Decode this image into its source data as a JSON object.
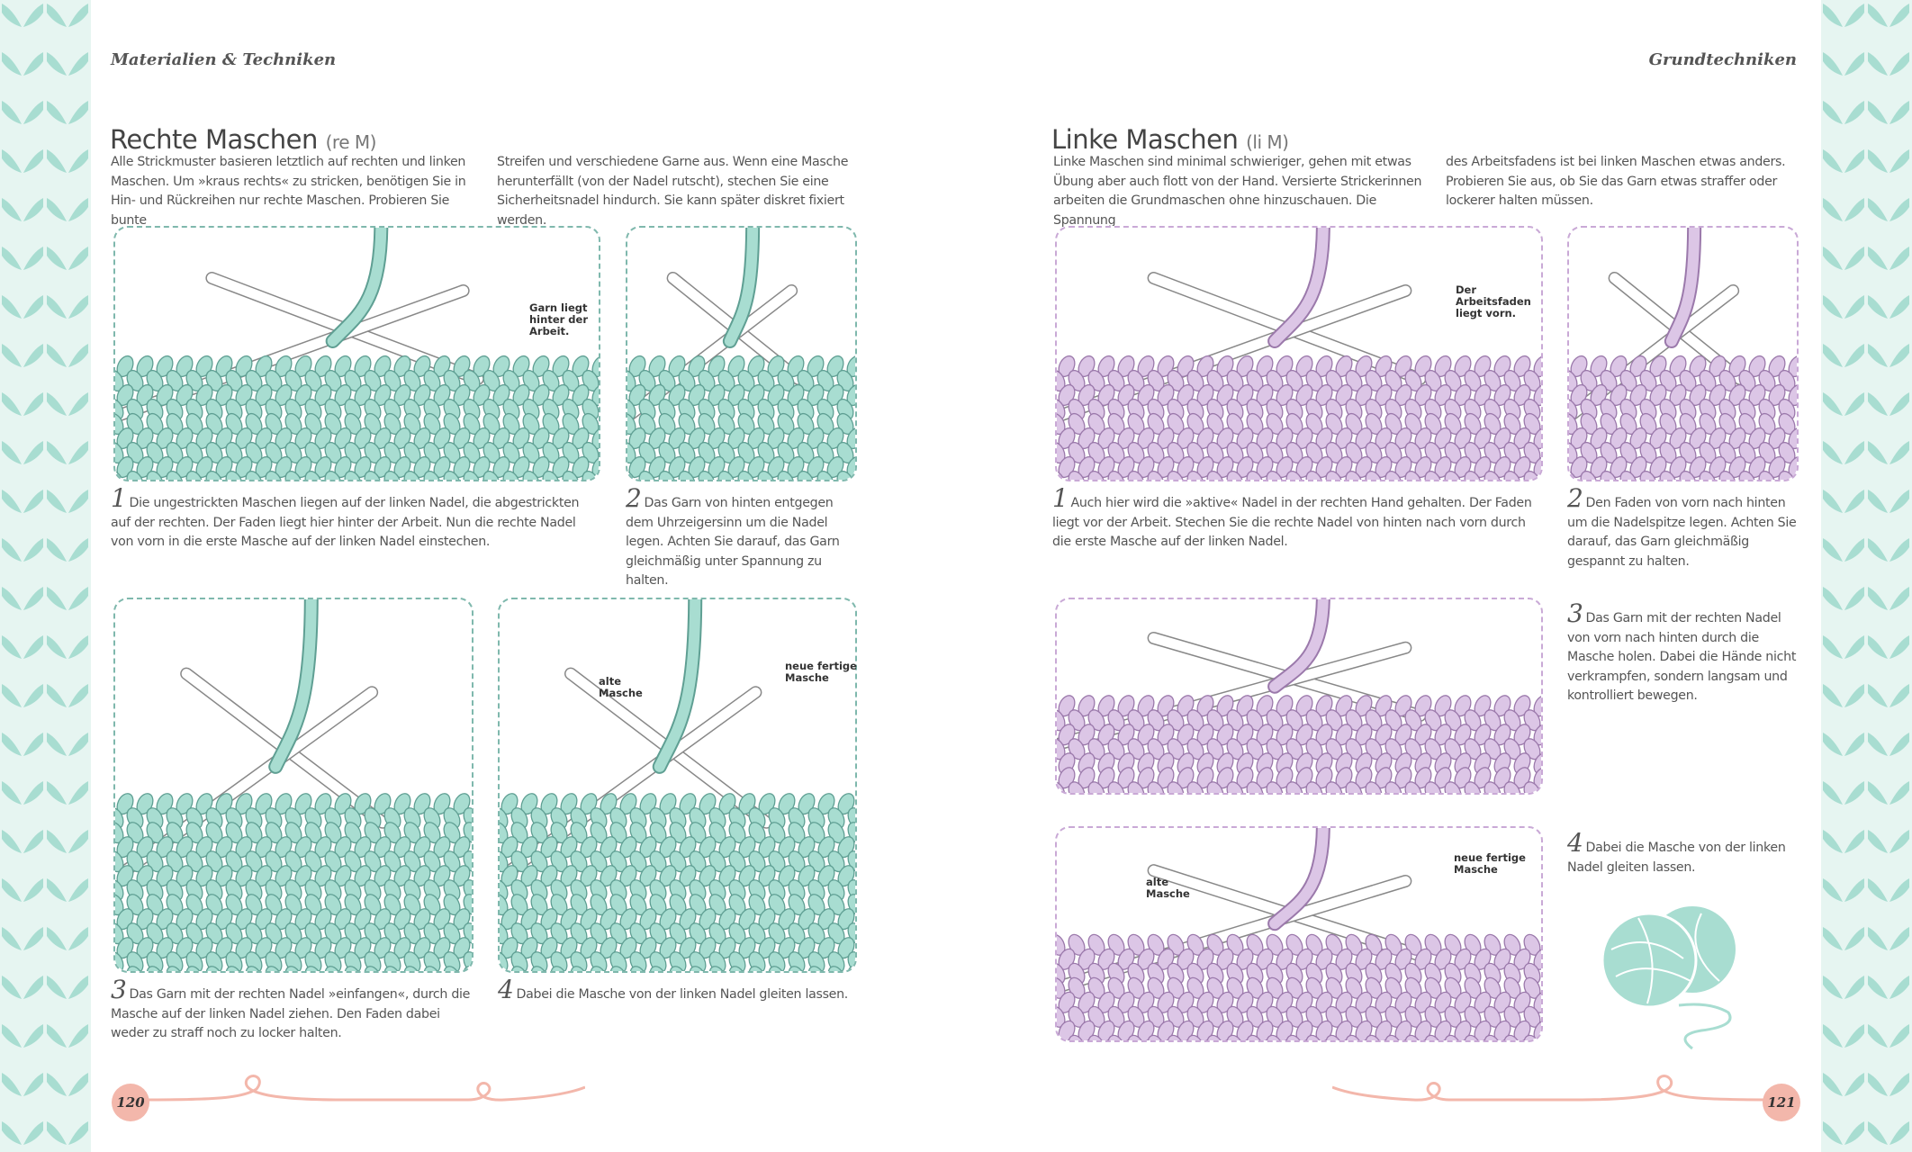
{
  "left_page": {
    "running_head": "Materialien & Techniken",
    "title": "Rechte Maschen",
    "title_abbr": "(re M)",
    "intro_col1": "Alle Strickmuster basieren letztlich auf rechten und linken Maschen. Um »kraus rechts« zu stricken, benötigen Sie in Hin- und Rückreihen nur rechte Maschen. Probieren Sie bunte",
    "intro_col2": "Streifen und verschiedene Garne aus. Wenn eine Masche herunterfällt (von der Nadel rutscht), stechen Sie eine Sicherheitsnadel hindurch. Sie kann später diskret fixiert werden.",
    "steps": [
      {
        "num": "1",
        "text": "Die ungestrickten Maschen liegen auf der linken Nadel, die abgestrickten auf der rechten. Der Faden liegt hier hinter der Arbeit. Nun die rechte Nadel von vorn in die erste Masche auf der linken Nadel einstechen."
      },
      {
        "num": "2",
        "text": "Das Garn von hinten entgegen dem Uhrzeigersinn um die Nadel legen. Achten Sie darauf, das Garn gleichmäßig unter Spannung zu halten."
      },
      {
        "num": "3",
        "text": "Das Garn mit der rechten Nadel »einfangen«, durch die Masche auf der linken Nadel ziehen. Den Faden dabei weder zu straff noch zu locker halten."
      },
      {
        "num": "4",
        "text": "Dabei die Masche von der linken Nadel gleiten lassen."
      }
    ],
    "labels": {
      "garn": "Garn liegt hinter der Arbeit.",
      "alte": "alte Masche",
      "neue": "neue fertige Masche"
    },
    "page_number": "120"
  },
  "right_page": {
    "running_head": "Grundtechniken",
    "title": "Linke Maschen",
    "title_abbr": "(li M)",
    "intro_col1": "Linke Maschen sind minimal schwieriger, gehen mit etwas Übung aber auch flott von der Hand. Versierte Strickerinnen arbeiten die Grundmaschen ohne hinzuschauen. Die Spannung",
    "intro_col2": "des Arbeitsfadens ist bei linken Maschen etwas anders. Probieren Sie aus, ob Sie das Garn etwas straffer oder lockerer halten müssen.",
    "steps": [
      {
        "num": "1",
        "text": "Auch hier wird die »aktive« Nadel in der rechten Hand gehalten. Der Faden liegt vor der Arbeit. Stechen Sie die rechte Nadel von hinten nach vorn durch die erste Masche auf der linken Nadel."
      },
      {
        "num": "2",
        "text": "Den Faden von vorn nach hinten um die Nadelspitze legen. Achten Sie darauf, das Garn gleichmäßig gespannt zu halten."
      },
      {
        "num": "3",
        "text": "Das Garn mit der rechten Nadel von vorn nach hinten durch die Masche holen. Dabei die Hände nicht verkrampfen, sondern langsam und kontrolliert bewegen."
      },
      {
        "num": "4",
        "text": "Dabei die Masche von der linken Nadel gleiten lassen."
      }
    ],
    "labels": {
      "faden": "Der Arbeitsfaden liegt vorn.",
      "alte": "alte Masche",
      "neue": "neue fertige Masche"
    },
    "page_number": "121"
  },
  "colors": {
    "mint": "#a8ddd1",
    "mint_stroke": "#5f9f93",
    "lilac": "#dcc6e6",
    "lilac_stroke": "#9b79ab",
    "pink": "#f3b7ab"
  }
}
